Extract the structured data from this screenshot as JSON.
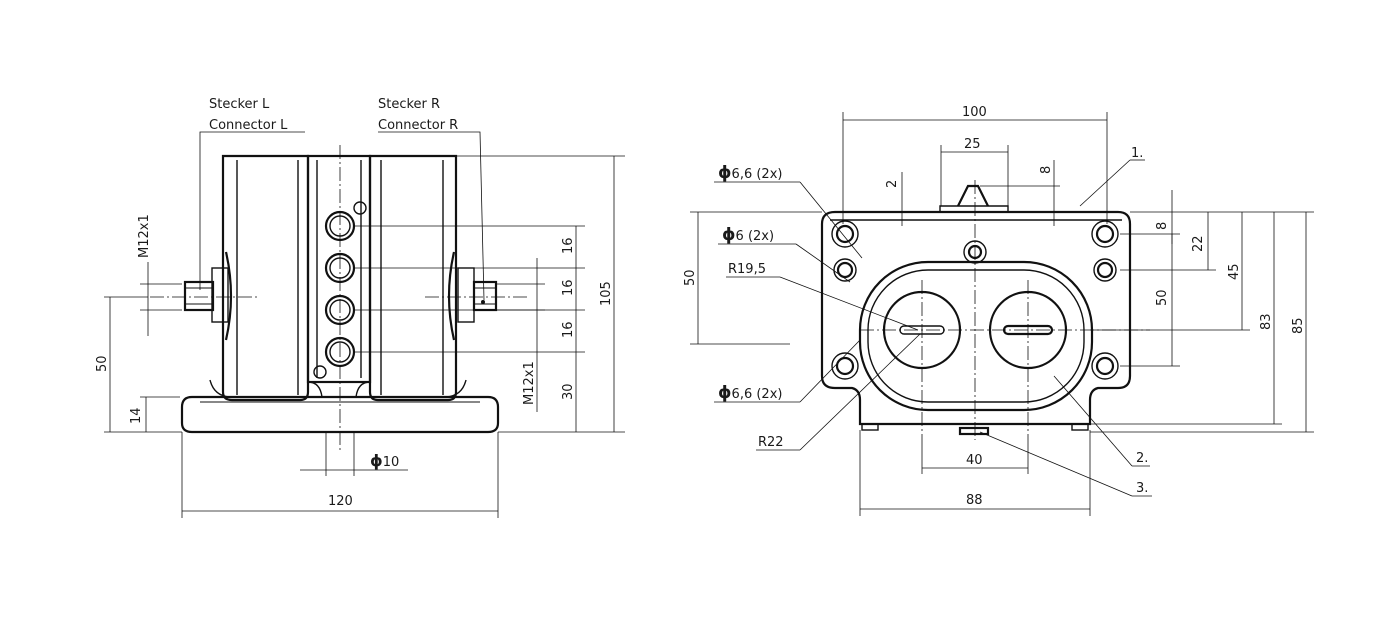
{
  "left_view": {
    "connector_left": {
      "line1": "Stecker L",
      "line2": "Connector L"
    },
    "connector_right": {
      "line1": "Stecker R",
      "line2": "Connector R"
    },
    "thread_left": "M12x1",
    "thread_right": "M12x1",
    "dim_height_total": "105",
    "dim_axis_height": "50",
    "dim_base": "14",
    "dim_width": "120",
    "dim_pitch_1": "16",
    "dim_pitch_2": "16",
    "dim_pitch_3": "16",
    "dim_lower": "30",
    "dim_hole_dia": "10"
  },
  "right_view": {
    "dim_width_top": "100",
    "dim_slot": "25",
    "dim_top_offset": "8",
    "dim_small": "2",
    "hole_top": "6,6 (2x)",
    "hole_mid": "6 (2x)",
    "radius_inner": "R19,5",
    "hole_bottom": "6,6 (2x)",
    "radius_outer": "R22",
    "dim_left_50": "50",
    "dim_center_50": "50",
    "dim_8": "8",
    "dim_22": "22",
    "dim_45": "45",
    "dim_83": "83",
    "dim_85": "85",
    "dim_40": "40",
    "dim_88": "88",
    "callout_1": "1.",
    "callout_2": "2.",
    "callout_3": "3."
  }
}
